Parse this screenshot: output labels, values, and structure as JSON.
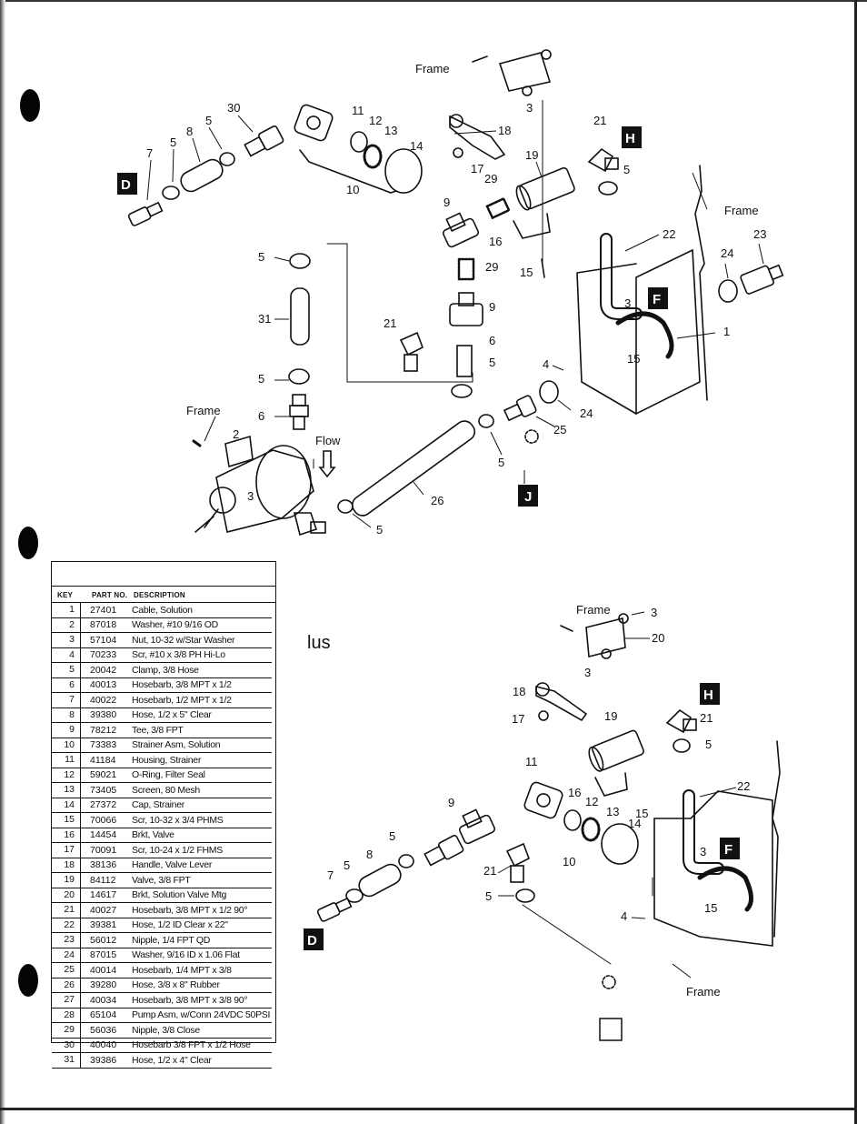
{
  "fragment_text": "lus",
  "section_markers": [
    "D",
    "H",
    "F",
    "J",
    "H",
    "F",
    "D",
    ""
  ],
  "labels": {
    "frame": "Frame",
    "flow": "Flow"
  },
  "upper_callouts": [
    "30",
    "5",
    "8",
    "5",
    "7",
    "11",
    "12",
    "13",
    "14",
    "10",
    "18",
    "17",
    "29",
    "19",
    "21",
    "5",
    "9",
    "16",
    "15",
    "22",
    "23",
    "24",
    "5",
    "29",
    "31",
    "21",
    "9",
    "6",
    "5",
    "4",
    "3",
    "15",
    "1",
    "5",
    "6",
    "24",
    "25",
    "2",
    "3",
    "26",
    "5",
    "3",
    "5"
  ],
  "lower_callouts": [
    "3",
    "20",
    "3",
    "18",
    "17",
    "19",
    "21",
    "5",
    "11",
    "16",
    "12",
    "13",
    "15",
    "14",
    "9",
    "5",
    "8",
    "5",
    "7",
    "10",
    "21",
    "5",
    "22",
    "3",
    "4",
    "15"
  ],
  "parts_table": {
    "columns": [
      "KEY",
      "PART NO.",
      "DESCRIPTION"
    ],
    "rows": [
      [
        "1",
        "27401",
        "Cable, Solution"
      ],
      [
        "2",
        "87018",
        "Washer, #10 9/16 OD"
      ],
      [
        "3",
        "57104",
        "Nut, 10-32 w/Star Washer"
      ],
      [
        "4",
        "70233",
        "Scr, #10 x 3/8 PH Hi-Lo"
      ],
      [
        "5",
        "20042",
        "Clamp, 3/8 Hose"
      ],
      [
        "6",
        "40013",
        "Hosebarb, 3/8 MPT x 1/2"
      ],
      [
        "7",
        "40022",
        "Hosebarb, 1/2 MPT x 1/2"
      ],
      [
        "8",
        "39380",
        "Hose, 1/2 x 5\" Clear"
      ],
      [
        "9",
        "78212",
        "Tee, 3/8 FPT"
      ],
      [
        "10",
        "73383",
        "Strainer Asm, Solution"
      ],
      [
        "11",
        "41184",
        "Housing, Strainer"
      ],
      [
        "12",
        "59021",
        "O-Ring, Filter Seal"
      ],
      [
        "13",
        "73405",
        "Screen, 80 Mesh"
      ],
      [
        "14",
        "27372",
        "Cap, Strainer"
      ],
      [
        "15",
        "70066",
        "Scr, 10-32 x 3/4 PHMS"
      ],
      [
        "16",
        "14454",
        "Brkt, Valve"
      ],
      [
        "17",
        "70091",
        "Scr, 10-24 x 1/2 FHMS"
      ],
      [
        "18",
        "38136",
        "Handle, Valve Lever"
      ],
      [
        "19",
        "84112",
        "Valve, 3/8 FPT"
      ],
      [
        "20",
        "14617",
        "Brkt, Solution Valve Mtg"
      ],
      [
        "21",
        "40027",
        "Hosebarb, 3/8 MPT x 1/2 90°"
      ],
      [
        "22",
        "39381",
        "Hose, 1/2 ID Clear x 22\""
      ],
      [
        "23",
        "56012",
        "Nipple, 1/4 FPT QD"
      ],
      [
        "24",
        "87015",
        "Washer, 9/16 ID x 1.06 Flat"
      ],
      [
        "25",
        "40014",
        "Hosebarb, 1/4 MPT x 3/8"
      ],
      [
        "26",
        "39280",
        "Hose, 3/8 x 8\" Rubber"
      ],
      [
        "27",
        "40034",
        "Hosebarb, 3/8 MPT x 3/8 90°"
      ],
      [
        "28",
        "65104",
        "Pump Asm, w/Conn 24VDC 50PSI"
      ],
      [
        "29",
        "56036",
        "Nipple, 3/8 Close"
      ],
      [
        "30",
        "40040",
        "Hosebarb 3/8 FPT x 1/2 Hose"
      ],
      [
        "31",
        "39386",
        "Hose, 1/2 x 4\" Clear"
      ]
    ]
  }
}
